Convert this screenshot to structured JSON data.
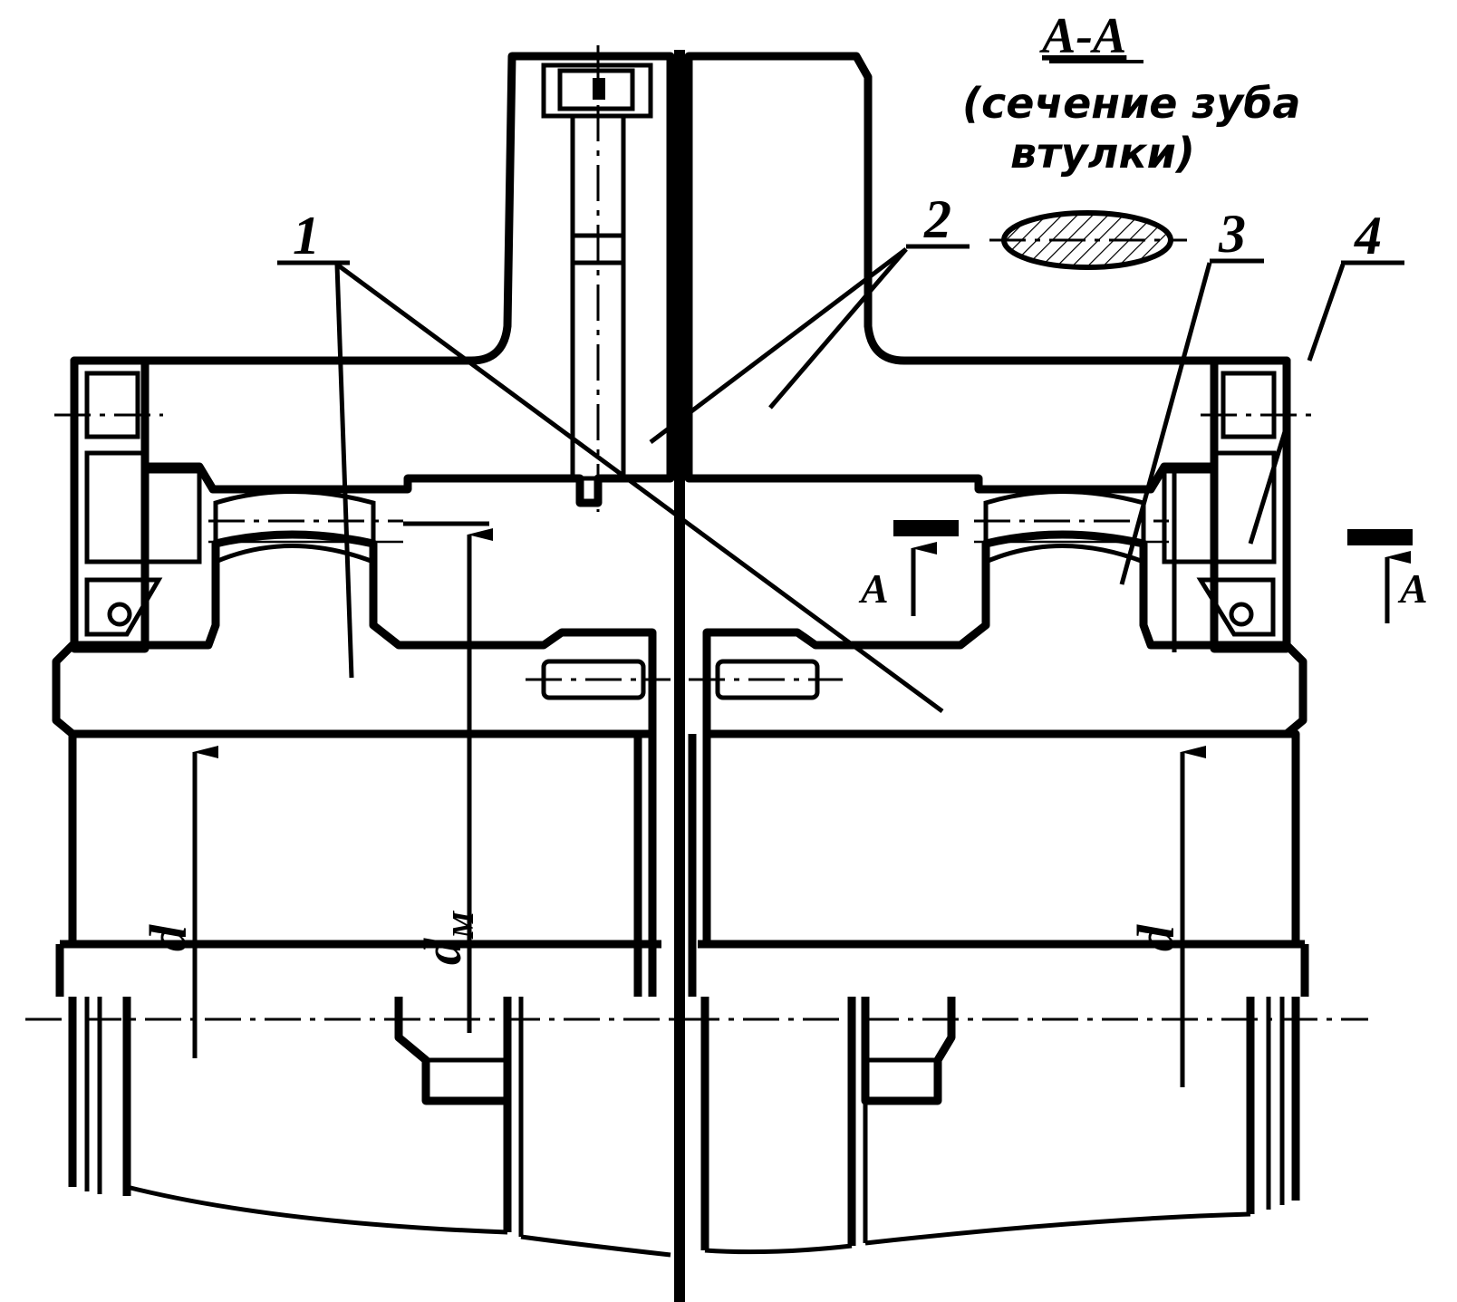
{
  "section": {
    "title": "А-А",
    "note_line1": "(сечение зуба",
    "note_line2": "втулки)"
  },
  "part_labels": {
    "p1": "1",
    "p2": "2",
    "p3": "3",
    "p4": "4"
  },
  "section_marks": {
    "left": "А",
    "right": "А"
  },
  "dimensions": {
    "d_left": "d",
    "d_mid": "d",
    "d_mid_sub": "М",
    "d_right": "d"
  },
  "colors": {
    "ink": "#000000",
    "paper": "#ffffff"
  }
}
